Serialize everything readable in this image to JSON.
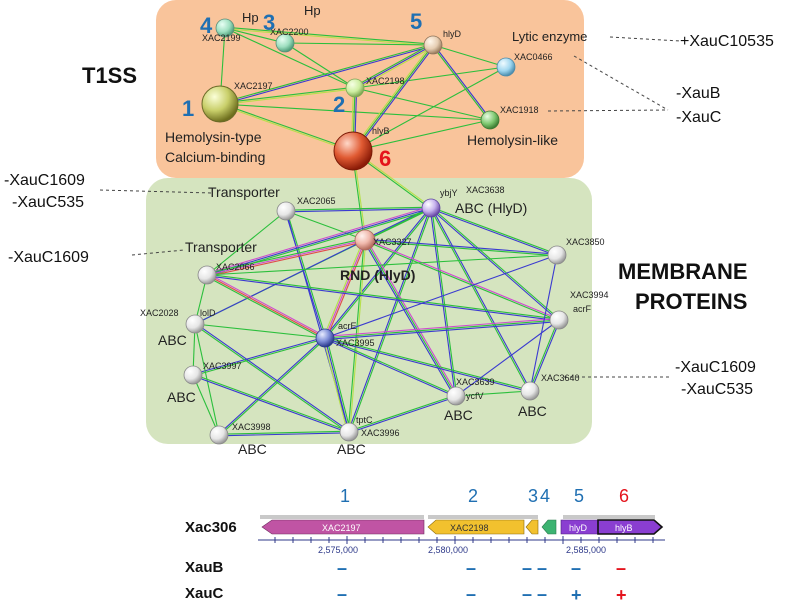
{
  "colors": {
    "t1ss_box": "#f9c49b",
    "membrane_box": "#d5e4bf",
    "blue_number": "#1f6fb2",
    "red_number": "#e4131c",
    "gene_2197": "#c054a4",
    "gene_2198": "#f2c12e",
    "gene_green": "#3cb371",
    "gene_hly": "#8a3ed1"
  },
  "t1ss": {
    "title": "T1SS",
    "nodes": {
      "xac2199": "XAC2199",
      "xac2200": "XAC2200",
      "xac2197": "XAC2197",
      "xac2198": "XAC2198",
      "hlyd": "hlyD",
      "xac0466": "XAC0466",
      "xac1918": "XAC1918",
      "hlyb": "hlyB"
    },
    "annotations": {
      "hp_left": "Hp",
      "hp_right": "Hp",
      "lytic": "Lytic enzyme",
      "hemolysin_type_line1": "Hemolysin-type",
      "hemolysin_type_line2": "Calcium-binding",
      "hemolysin_like": "Hemolysin-like"
    },
    "numbers": {
      "n1": "1",
      "n2": "2",
      "n3": "3",
      "n4": "4",
      "n5": "5",
      "n6": "6"
    }
  },
  "membrane": {
    "title_line1": "MEMBRANE",
    "title_line2": "PROTEINS",
    "nodes": {
      "xac2065": "XAC2065",
      "xac3638": "XAC3638",
      "ybjy": "ybjY",
      "xac3327": "XAC3327",
      "xac3850": "XAC3850",
      "xac2066": "XAC2066",
      "xac3994": "XAC3994",
      "acrf": "acrF",
      "xac2028": "XAC2028",
      "lold": "lolD",
      "acre": "acrE",
      "xac3995": "XAC3995",
      "xac3997": "XAC3997",
      "xac3639": "XAC3639",
      "ycfv": "ycfV",
      "xac3640": "XAC3640",
      "xac3998": "XAC3998",
      "xac3996": "XAC3996",
      "tptc": "tptC"
    },
    "annotations": {
      "transporter_top": "Transporter",
      "transporter_mid": "Transporter",
      "abc_hlyd": "ABC (HlyD)",
      "rnd_hlyd": "RND (HlyD)",
      "abc_2028": "ABC",
      "abc_3997": "ABC",
      "abc_3998": "ABC",
      "abc_3996": "ABC",
      "abc_3639": "ABC",
      "abc_3640": "ABC"
    }
  },
  "side_labels": {
    "xauc10535": "+XauC10535",
    "xaub": "-XauB",
    "xauc": "-XauC",
    "left1_line1": "-XauC1609",
    "left1_line2": "-XauC535",
    "left2": "-XauC1609",
    "right3_line1": "-XauC1609",
    "right3_line2": "-XauC535"
  },
  "gene_map": {
    "row_label": "Xac306",
    "numbers": [
      "1",
      "2",
      "3",
      "4",
      "5",
      "6"
    ],
    "genes": {
      "xac2197": "XAC2197",
      "xac2198": "XAC2198",
      "hlyd": "hlyD",
      "hlyb": "hlyB"
    },
    "coords": [
      "2,575,000",
      "2,580,000",
      "2,585,000"
    ],
    "xaub": {
      "label": "XauB",
      "marks": [
        "–",
        "–",
        "– –",
        "–",
        "–"
      ]
    },
    "xauc": {
      "label": "XauC",
      "marks": [
        "–",
        "–",
        "– –",
        "+",
        "+"
      ]
    }
  }
}
